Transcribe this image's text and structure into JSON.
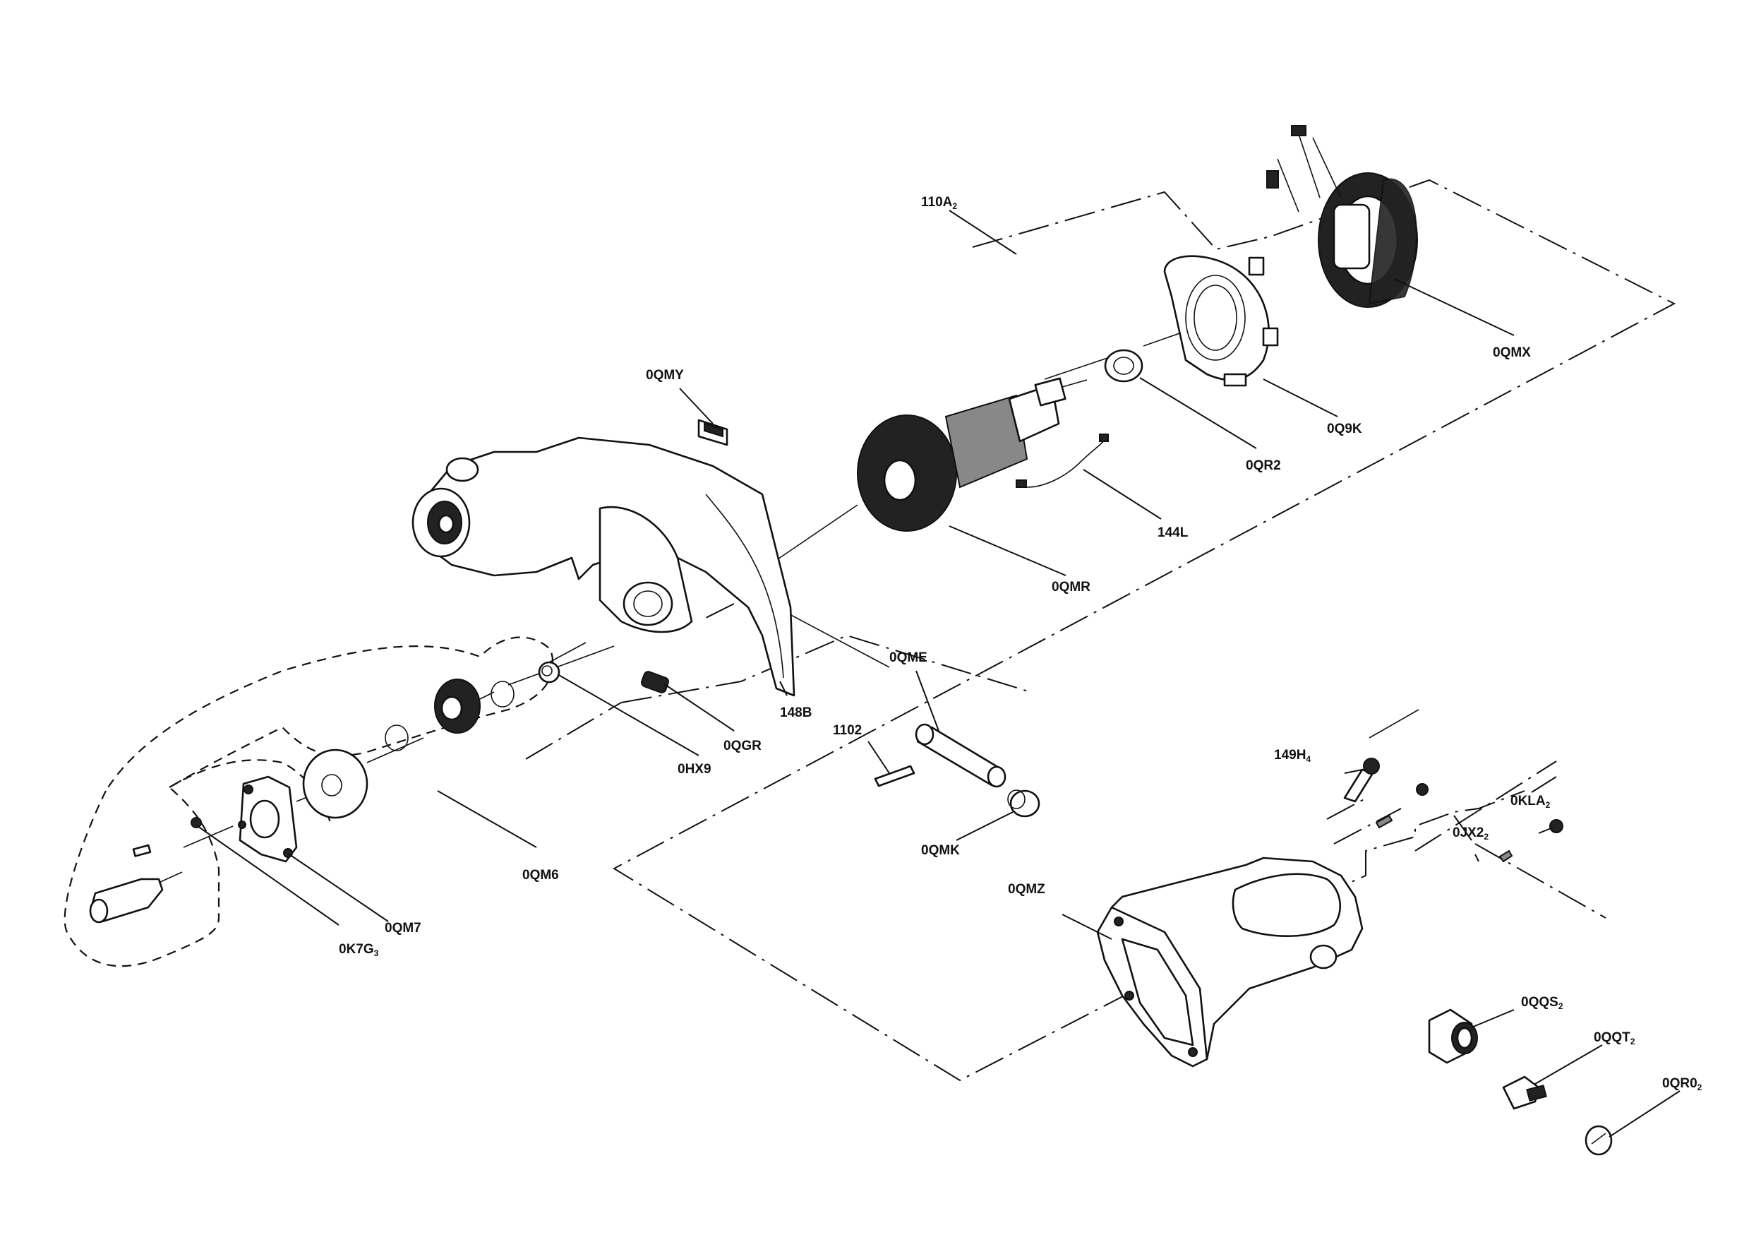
{
  "labels": {
    "l_110a": "110A",
    "l_110a_sub": "2",
    "l_0qmx": "0QMX",
    "l_0q9k": "0Q9K",
    "l_0qr2": "0QR2",
    "l_144l": "144L",
    "l_0qmr": "0QMR",
    "l_0qmy": "0QMY",
    "l_148b": "148B",
    "l_0qgr": "0QGR",
    "l_0hx9": "0HX9",
    "l_0qme": "0QME",
    "l_1102": "1102",
    "l_0qmk": "0QMK",
    "l_0qm6": "0QM6",
    "l_0qm7": "0QM7",
    "l_0k7g": "0K7G",
    "l_0k7g_sub": "3",
    "l_149h": "149H",
    "l_149h_sub": "4",
    "l_0kla": "0KLA",
    "l_0kla_sub": "2",
    "l_0jx2": "0JX2",
    "l_0jx2_sub": "2",
    "l_0qmz": "0QMZ",
    "l_0qqs": "0QQS",
    "l_0qqs_sub": "2",
    "l_0qqt": "0QQT",
    "l_0qqt_sub": "2",
    "l_0qr0": "0QR0",
    "l_0qr0_sub": "2"
  },
  "colors": {
    "ink": "#111111",
    "paper": "#ffffff"
  }
}
